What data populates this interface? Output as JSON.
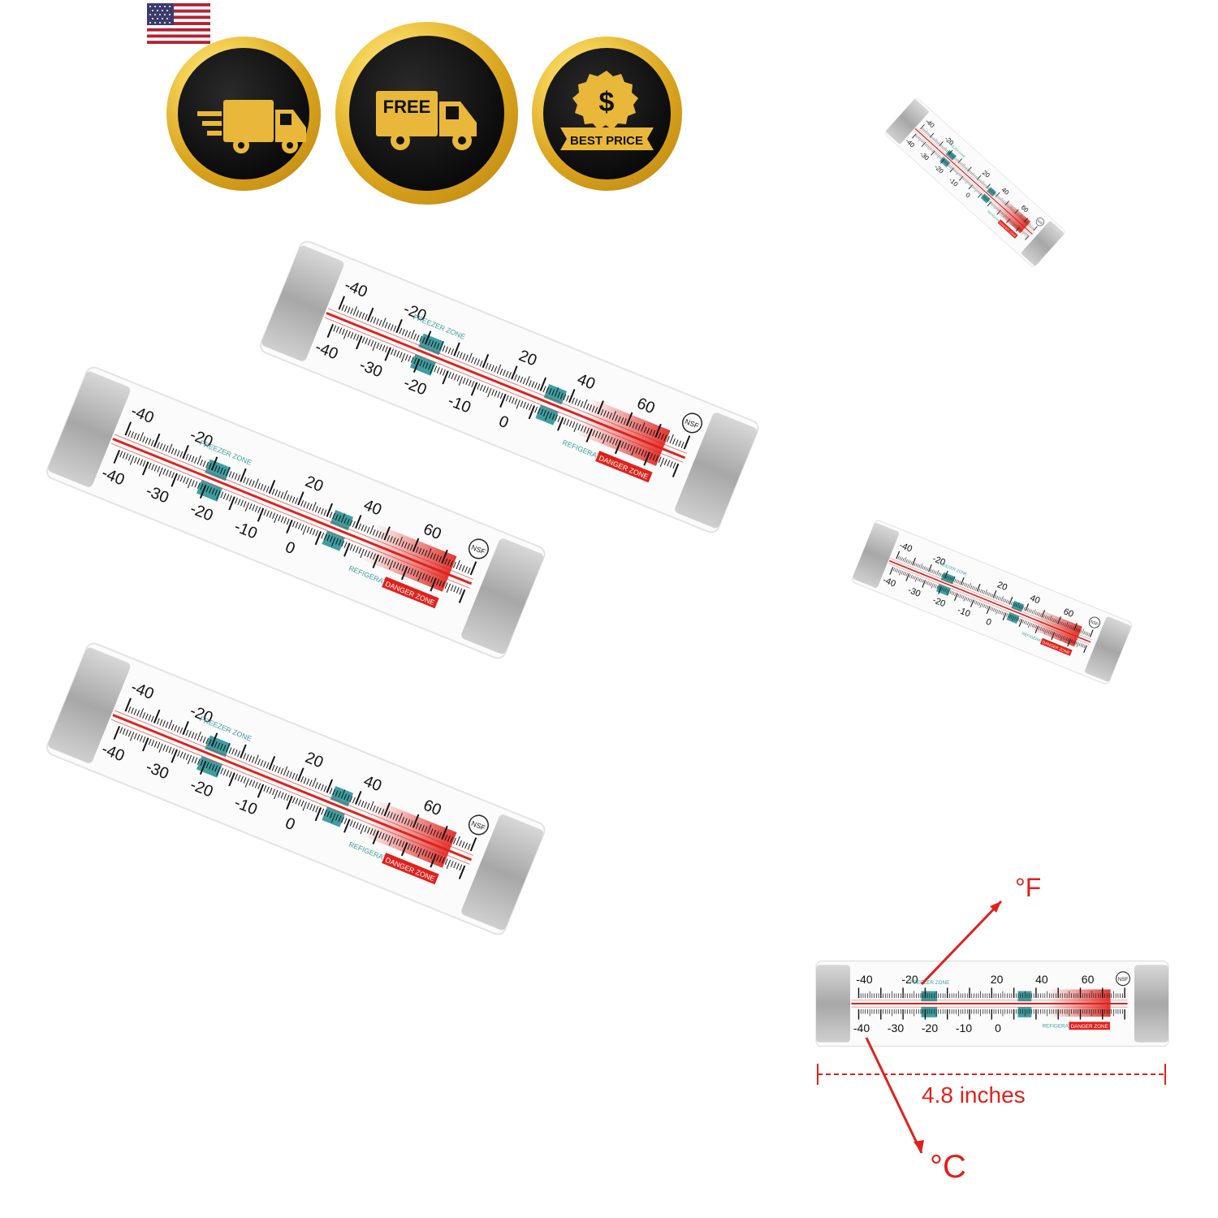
{
  "badges": [
    {
      "icon": "fast-delivery-truck-icon",
      "text": ""
    },
    {
      "icon": "free-shipping-truck-icon",
      "text": "FREE"
    },
    {
      "icon": "best-price-dollar-icon",
      "text": "BEST PRICE",
      "symbol": "$"
    }
  ],
  "thermometer": {
    "fahrenheit_ticks": [
      "-40",
      "-20",
      "20",
      "40",
      "60"
    ],
    "celsius_ticks": [
      "-40",
      "-30",
      "-20",
      "-10",
      "0"
    ],
    "freezer_zone": "FREEZER ZONE",
    "refrigerator_zone": "REFIGERATOP ZONE",
    "danger_zone": "DANGER ZONE",
    "certification": "NSF"
  },
  "dimension": {
    "fahrenheit_label": "°F",
    "celsius_label": "°C",
    "length_label": "4.8 inches"
  },
  "colors": {
    "gold": "#d8a21c",
    "teal": "#3f9ea1",
    "danger_red": "#e0211b",
    "steel": "#a8a8a8"
  }
}
